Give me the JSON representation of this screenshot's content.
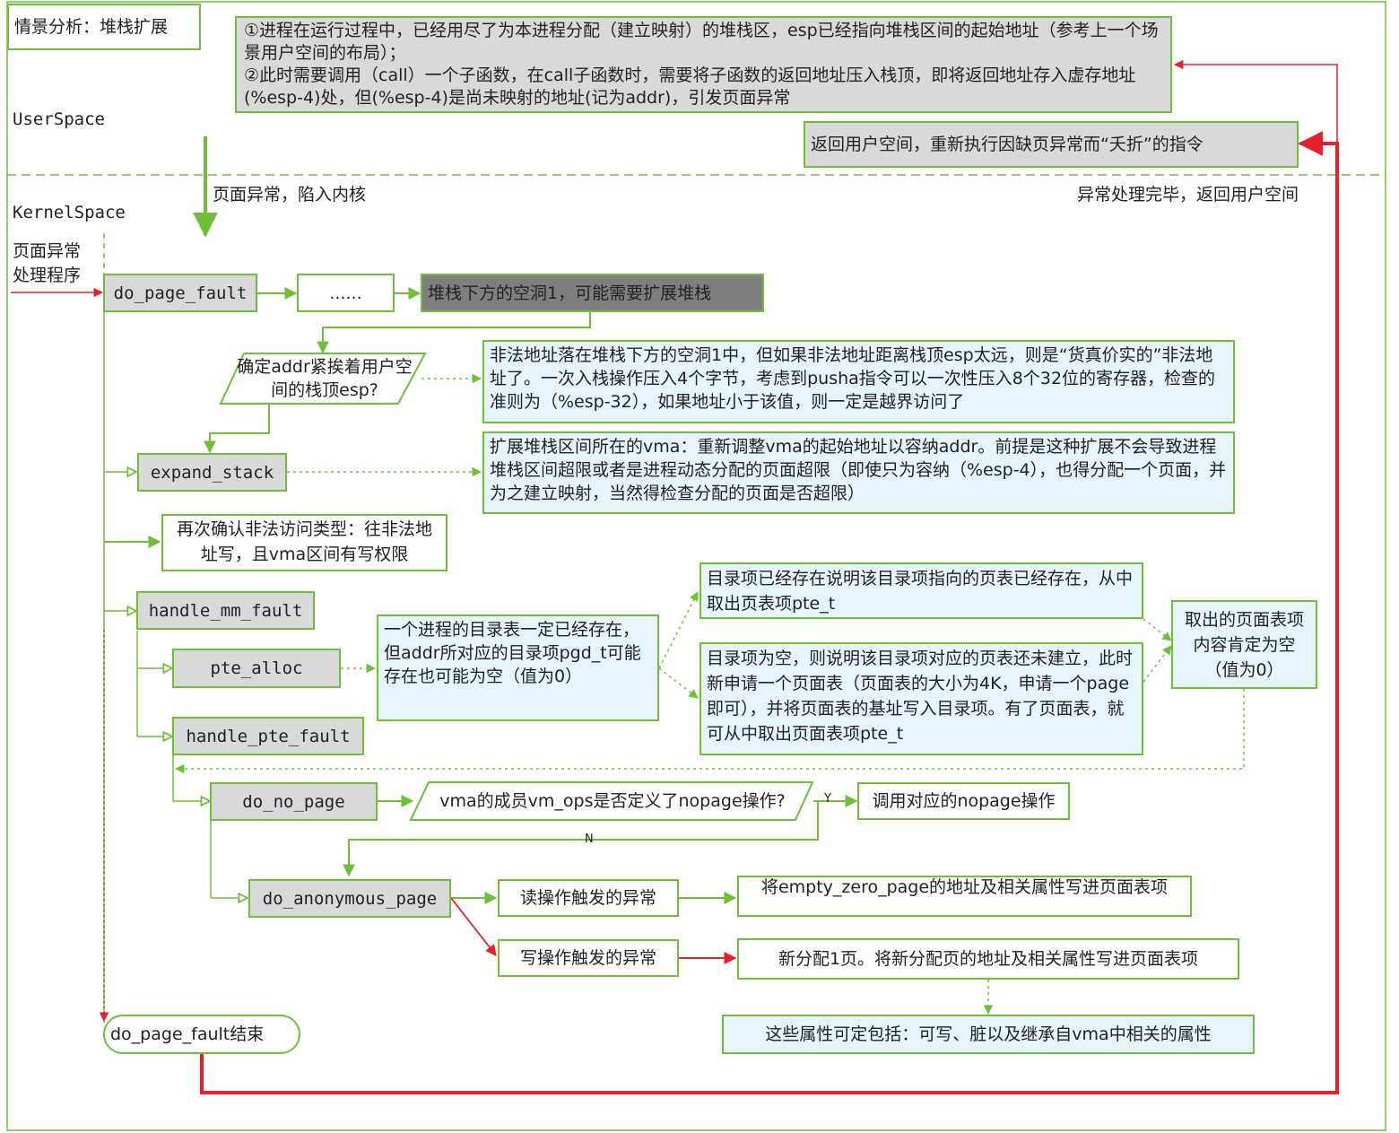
{
  "title": "情景分析：堆栈扩展",
  "zones": {
    "user": "UserSpace",
    "kernel": "KernelSpace"
  },
  "labels": {
    "trap": "页面异常，陷入内核",
    "ret": "异常处理完毕，返回用户空间",
    "handler": "页面异常\n处理程序",
    "yes": "Y",
    "no": "N"
  },
  "nodes": {
    "scenario": "①进程在运行过程中，已经用尽了为本进程分配（建立映射）的堆栈区，esp已经指向堆栈区间的起始地址（参考上一个场景用户空间的布局）；\n②此时需要调用（call）一个子函数，在call子函数时，需要将子函数的返回地址压入栈顶，即将返回地址存入虚存地址(%esp-4)处，但(%esp-4)是尚未映射的地址(记为addr)，引发页面异常",
    "return_user": "返回用户空间，重新执行因缺页异常而“夭折”的指令",
    "do_page_fault": "do_page_fault",
    "dots": "......",
    "hole": "堆栈下方的空洞1，可能需要扩展堆栈",
    "check_addr": "确定addr紧挨着用户空间的栈顶esp?",
    "note_check": "非法地址落在堆栈下方的空洞1中，但如果非法地址距离栈顶esp太远，则是“货真价实的”非法地址了。一次入栈操作压入4个字节，考虑到pusha指令可以一次性压入8个32位的寄存器，检查的准则为（%esp-32），如果地址小于该值，则一定是越界访问了",
    "expand_stack": "expand_stack",
    "note_expand": "扩展堆栈区间所在的vma：重新调整vma的起始地址以容纳addr。前提是这种扩展不会导致进程堆栈区间超限或者是进程动态分配的页面超限（即使只为容纳（%esp-4），也得分配一个页面，并为之建立映射，当然得检查分配的页面是否超限）",
    "reconfirm": "再次确认非法访问类型：往非法地址写，且vma区间有写权限",
    "handle_mm_fault": "handle_mm_fault",
    "pte_alloc": "pte_alloc",
    "note_pgd": "一个进程的目录表一定已经存在，但addr所对应的目录项pgd_t可能存在也可能为空（值为0）",
    "note_pgd_exists": "目录项已经存在说明该目录项指向的页表已经存在，从中取出页表项pte_t",
    "note_pgd_empty": "目录项为空，则说明该目录项对应的页表还未建立，此时新申请一个页面表（页面表的大小为4K，申请一个page即可），并将页面表的基址写入目录项。有了页面表，就可从中取出页面表项pte_t",
    "note_pte_zero": "取出的页面表项内容肯定为空（值为0）",
    "handle_pte_fault": "handle_pte_fault",
    "do_no_page": "do_no_page",
    "check_nopage": "vma的成员vm_ops是否定义了nopage操作?",
    "call_nopage": "调用对应的nopage操作",
    "do_anonymous_page": "do_anonymous_page",
    "read_fault": "读操作触发的异常",
    "write_fault": "写操作触发的异常",
    "zero_page": "将empty_zero_page的地址及相关属性写进页面表项",
    "new_page": "新分配1页。将新分配页的地址及相关属性写进页面表项",
    "attrs": "这些属性可定包括：可写、脏以及继承自vma中相关的属性",
    "end": "do_page_fault结束"
  },
  "colors": {
    "green": "#6fbf3a",
    "red": "#e8202a",
    "gray": "#d9d9d9",
    "dark": "#7f7f7f",
    "blue": "#e8f4fb"
  }
}
